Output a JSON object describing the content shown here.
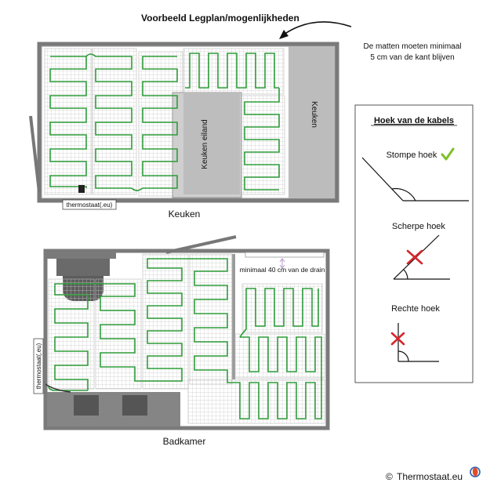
{
  "title": "Voorbeeld Legplan/mogenlijkheden",
  "note": {
    "line1": "De matten moeten minimaal",
    "line2": "5 cm van de kant blijven"
  },
  "kitchen": {
    "label": "Keuken",
    "island_label": "Keuken eiland",
    "counter_label": "Keuken",
    "thermostat_label": "thermostaat(.eu)"
  },
  "bathroom": {
    "label": "Badkamer",
    "drain_note": "minimaal 40 cm van de drain",
    "thermostat_label": "thermostaat(.eu)"
  },
  "angles": {
    "title": "Hoek van de kabels",
    "obtuse": "Stompe hoek",
    "acute": "Scherpe hoek",
    "right": "Rechte hoek"
  },
  "colors": {
    "cable": "#2f9d3a",
    "check": "#7cc22a",
    "cross": "#d6262b",
    "wall": "#7a7a7a",
    "fixture": "#5c5c5c",
    "grid": "#c8c8c8"
  },
  "icons": {
    "check": "check-icon",
    "cross": "cross-icon",
    "arrow": "curved-arrow-icon",
    "copyright": "copyright-icon",
    "logo": "thermostat-logo-icon"
  },
  "footer": {
    "copyright": "©",
    "brand": "Thermostaat.eu"
  }
}
